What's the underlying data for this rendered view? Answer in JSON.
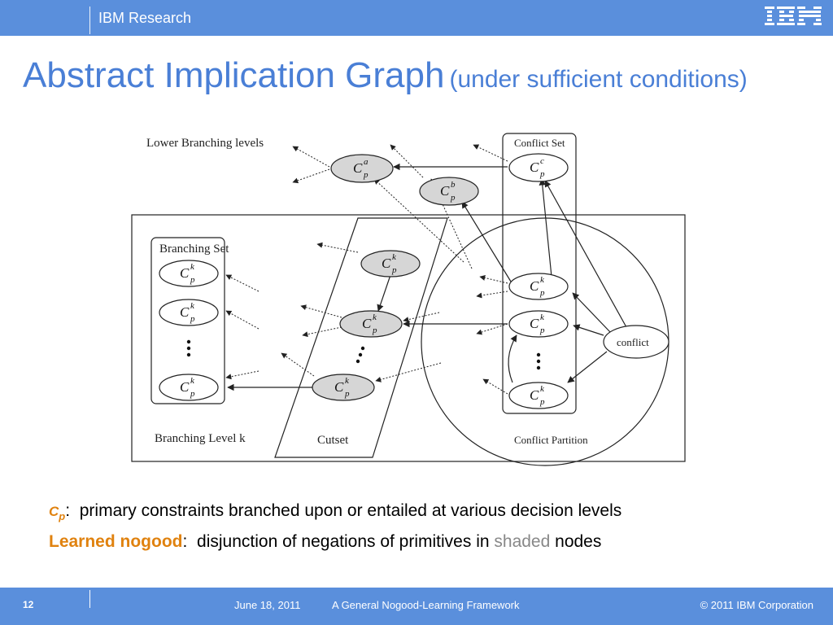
{
  "header": {
    "brand": "IBM Research",
    "logo": "IBM"
  },
  "title": {
    "main": "Abstract Implication Graph",
    "sub": "(under sufficient conditions)"
  },
  "diagram": {
    "labels": {
      "lower_branching": "Lower Branching levels",
      "conflict_set": "Conflict Set",
      "branching_set": "Branching Set",
      "branching_level": "Branching Level k",
      "cutset": "Cutset",
      "conflict_partition": "Conflict Partition",
      "conflict": "conflict"
    },
    "node_base": "C",
    "node_sub": "p",
    "node_sups": {
      "a": "a",
      "b": "b",
      "c": "c",
      "k": "k"
    }
  },
  "legend": {
    "line1_term": "C",
    "line1_sub": "p",
    "line1_colon": ":",
    "line1_text": "primary constraints branched upon or entailed at various decision levels",
    "line2_term": "Learned nogood",
    "line2_colon": ":",
    "line2_text_a": "disjunction of negations of primitives in",
    "line2_shaded": "shaded",
    "line2_text_b": "nodes"
  },
  "footer": {
    "page": "12",
    "date": "June 18, 2011",
    "deck": "A General Nogood-Learning Framework",
    "copyright": "© 2011 IBM Corporation"
  },
  "colors": {
    "bar": "#5a8fdc",
    "title": "#4a7fd6",
    "highlight": "#e0820f",
    "shaded_text": "#888888"
  }
}
